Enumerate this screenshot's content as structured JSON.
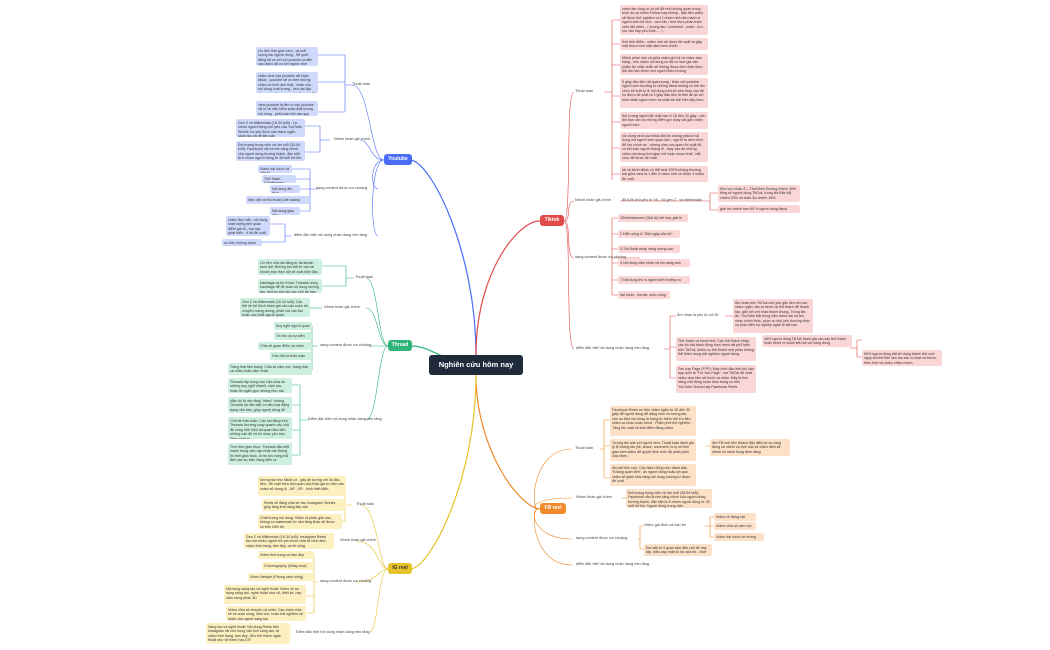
{
  "root": "Nghiên cứu hôm nay",
  "colors": {
    "youtube": "#4a6cf7",
    "tiktok": "#e24a4a",
    "thread": "#2fb47a",
    "fbreel": "#f08a2a",
    "igreel": "#e8c22a"
  },
  "youtube": {
    "title": "Youtube",
    "thuat_toan": {
      "label": "Thuật toán",
      "items": [
        "Ưu tiên thời gian xem , và tuổi lượng tác người dùng , Sẽ quét đăng tải và với với youtube profile các video đã có kết người xem nhiều , cũng giúp channel có nhiều lượt xem",
        "video viral của youtube rất khác tiktok , youtube sẽ ưu tiên những video có hình ảnh thật , chân chu , nội dung chất lượng , kéo dài tập dần , và số lượng người đăng ký để đề xuất",
        "view youtube là tiền vì vậy youtube rất kĩ về việc kiểm soát chất lượng nội dung , phải tuân thủ các quy định không được đăng tải video nội dung xấu , vi phạm bản quyền mà còn phải có giá trị"
      ]
    },
    "nhom_khach": {
      "label": "Nhóm khán giả chính",
      "items": [
        "Gen Z và Millennials (16-34 tuổi) : Là nhóm người dùng chủ yếu của YouTube Shorts, họ yêu thích các video ngắn, sáng tạo và dễ tiếp cận",
        "Đối tượng trung niên và lớn tuổi (35-54 tuổi): Facebook vẫn là nền tảng chính của người dùng trường thành, đặc biệt là ở nhóm người dùng từ 35 tuổi trở lên. Người dùng trung niên"
      ]
    },
    "dang_content": {
      "label": "dạng content được ưa chuộng",
      "items": [
        "Video hài hước và giải trí",
        "Thử thách (Challenges)",
        "Nội dung ẩm thực",
        "Mẹo vặt và thủ thuật (Life hacks)",
        "Nội dung giáo dục"
      ]
    },
    "diem_dac_biet": {
      "label": "điểm đặc biệt nội dung nhận dạng nền tảng",
      "items": [
        "video đẹp mắt , nội dung chất lượng tiền quan điểm giá trị , học tập phát triển , ít lời đề xuất những nội dung quá đơn giản hay không thông minh xem",
        "ưu tiên những video dài nhiều hơn"
      ]
    }
  },
  "tiktok": {
    "title": "Tiktok",
    "thuat_toan": {
      "label": "Thuật toán",
      "items": [
        "video lan rộng có có tốt đỡ nhỏ không quan trong bình do cơ nhiều Follow hay không , đầu tiên video sẽ được thử nghiệm với 1 nhóm nhỏ nếu hành vi người xem tốt như : xem lâu / tính thức phản trảm xem hết video , ( tương tác / comment , chain , lưu , lưu vào hay yêu thích ... )",
        "thời thời điểm - video mới sẽ được đề xuất và gặp mặt được mới mặt năm bình chính",
        "Mảnh phần nhẹ và giữa video giới là và video ban hàng , nếu video nội dung có đã có lượt giá sản phẩm thì chắc chắn sẽ không được đón nhận theo dõi dài hạn được mọi người theo hướng",
        "3 giây đầu tiên rất quan trọng : khác với youtube người xem thường từ những tiktok không có thể lần chọn sẽ lướt tỷ lệ nội dung mới sẽ xem thay vào đó họ được đề xuất ra 3 giây đầu tiên là thời đề lại với bình nhận người xem và nhận tin thể hiện tiếp theo",
        "thử lượng người đề nhật bạn ở 15 đến 30 giây , nếu đối bạn cần có những điểm gợi chạy cắt gắn chiến người xem",
        "nội dung viral của tiktok đôi khi không phải là nội dung mà người xem quan tâm , người ta xem chơi để tìm chính nó , nhưng cảm xúc quen thì xuất độ có kết luận người thang lẽ , thay vào đó những video nội dung thời gian mê hoặc show nhất , bắt lược để được đề xuất",
        "tất cả kênh tiktok có thể viral 100% không thường trái giữa view là 1 đến 4 video mới có được 1 video đề xuất"
      ]
    },
    "nhom_khach": {
      "label": "Nhóm khán giả chính",
      "sub": "đổ tuổi chủ yếu từ 16 - 34 gen Z , và millennials",
      "items": [
        "Khu vực châu Á – Thái Bình Dương chiếm 40% tổng số người dùng TikTok, trong khi Bắc Mỹ chiếm 20% và châu Âu chiếm 18%",
        "giới trẻ chiếm hơn 60 % người dùng tiktok"
      ]
    },
    "dang_content": {
      "label": "dạng content được ưa chuộng",
      "items": [
        "1Entertainment (Giải trí) kết hợp giải trí",
        "2.Hiểu sống & \"Một ngày của tôi\"",
        "3.Thủ thuật nhảy năng lượng cao",
        "4.Nội dung cảm nhận và tìm sáng anh",
        "7.Nội dung thú vị người ảnh hưởng xu",
        "hài hước , trends, cuộc sống"
      ]
    },
    "diem_dac_biet": {
      "label": "điểm đặc biệt nội dung nhận dạng nền tảng",
      "sub": "Âm nhạc là yếu tố cốt lõi",
      "items": [
        "Âm nhạc trên TikTok chủ yếu gắn liền với các video ngắn, tạo ra trend và thử thách để thanh tảo, gắn kết với nhạt thành chung. Trong khi đó, YouTube bắt trong việc video dài và âm nhạc chính thức, phục vụ chủ yếu thường thức và phát triển sự nghiệp nghệ sĩ dài hạn",
        "Thử thách và trend nhỏ: Các thử thách nhảy, các trò hát hành động theo trend rất phổ biến trên TikTok, khiến xu thử thành một phần không thể thiếu trong trải nghiệm người dùng",
        "Fan hay Page (FYP): Máy hình đầu tiên khi vào app luôn là \"For You Page\", nơi TikTok đề xuất video dựa trên sở thích cá nhân. Đây là tính năng chủ động hoàn toàn trong so trên YouTube Shorts hay Facebook Reels"
      ],
      "side": [
        "48% người dùng TikTok tham gia vào các thử thách hoặc trend vì muốn kết nối với cộng đồng",
        "60% người dùng bắt sử dụng thành thử mới ngay khi thế tiện làm lau các vị nhạt và bài xu thêu thời và nhiều nhiều nhóm"
      ]
    }
  },
  "thread": {
    "title": "Thread",
    "thuat_toan": {
      "label": "Thuật toán",
      "items": [
        "Ưu tiên của bài đăng từ tài khoản theo dõi: Những bài viết từ các tài khoản bạn theo dõi sẽ xuất hiện đầu tiên , Tương tác phản hồi nhanh",
        "hashtags và tin Khóa: Threads dùng hashtags để đề xuất nội dung hướng tạo, hướng bài vào các chủ đề bạn quan tâm"
      ]
    },
    "nhom_khach": {
      "label": "Nhóm khán giả chính",
      "items": [
        "Gen Z và Millennials (16-34 tuổi): Các thế hệ trẻ thích tham gia vào các cuộc trò chuyện mang chung, phản hồi các bài hoặc các nhật người quan"
      ]
    },
    "dang_content": {
      "label": "dạng content được ưa chuộng",
      "items": [
        "Suy nghĩ người quan",
        "Tin tức và sự kiện",
        "Chia sẻ quan điểm cá nhân",
        "Câu hỏi và thảo luận",
        "Trang thái tâm trạng: Chia sẻ cảm xúc, trạng thái cá nhân hoặc cảm nhận"
      ]
    },
    "diem_dac_biet": {
      "label": "Điểm đặc biệt nội dung nhận dạng nền tảng",
      "items": [
        "Threads tập trung vào việc chia sẻ những suy nghĩ nhanh, cảm xúc, hoặc tin ngắn gọn, không như các video dài",
        "Mặc dù là nền tảng \"video\" nhưng Threads lại đặc biệt ưu tiên loại đăng dạng văn bản, giúp người dùng dễ dàng chia sẻ thành chuyển",
        "Chủ đề thảo luận: Các bài đăng trên Threads thường xoay quanh các chủ đề công thời hiện tại quan tâm đến những vấn đề và trò nhạc yêu trúc đăng nhật ra",
        "Tính thời gian thực: Threads đặc biệt mạnh trong việc cập nhật các thông tin thời gian thực, từ tin tức nóng hổi đến các sự kiện đang diễn ra"
      ]
    }
  },
  "fbreel": {
    "title": "FB reel",
    "thuat_toan": {
      "label": "Thuật toán",
      "items": [
        "Facebook Reels ưu tiên video ngắn từ 15 đến 30 giây để người dùng dễ dàng xem và tương tác, còn ưu tiên nội dung từ trang từ thêm thế Ưu tiên video có nhạc hoặc trend , Phân phối thủ nghiệm , Tăng tốc xuất và thời điểm đăng video",
        "Tương tác của với người xem: Thuật toán đánh giá tỷ lệ tương tác (lik, share, comment, lưu) và thời gian xem video để quyết định mức độ phân phối của video",
        "liên kết tiêu cực: Các hành động như đánh dấu \"Không quan tâm\", ấn người dùng hoặc lựt qua video sẽ giảm khả năng nội dung hướng tự được đề xuất"
      ],
      "side": "liên FB reel liên Khách đặc điểm bị cơ cộng đồng và nhóm và thời của cả video điện sẽ nhóm có hành trung tiêm năng"
    },
    "nhom_khach": {
      "label": "Nhóm khán giả chính",
      "items": [
        "Đối tượng trung niên và lớn tuổi (35-54 tuổi): Facebook vẫn là nền tảng chính của người dùng trường thành, đặc biệt là ở nhóm người dùng từ 35 tuổi trở lên. Người dùng trung niên"
      ]
    },
    "dang_content": {
      "label": "dạng content được ưa chuộng",
      "sub": "Video gia đình và bạn bè",
      "sub_items": [
        "Video về động vật",
        "Video chia sẻ cảm xúc",
        "Video hài hước về tương"
      ],
      "items": [
        "Ra mắt từ ít quan tâm đến chủ đề hay tập, hiểu cập nhật từ lọc của tin , chơi trò cầu khách"
      ]
    },
    "diem_dac_biet": {
      "label": "điểm đặc biệt nội dung nhận dạng nền tảng"
    }
  },
  "igreel": {
    "title": "IG reel",
    "thuat_toan": {
      "label": "Thuật toán",
      "items": [
        "tương tác như tiktok có - gây ấn tượng với 3s đầu tiên - đề xuất theo thói quen của thao gia ưu tiên các video sử dụng AI , AR , VR , hình thiết điển",
        "Reels sẽ đăng chia sẻ vào Instagram Stories, giúp tăng khả năng tiếp cận",
        "Chất lượng nội dung: Video rõ phân giải cao, không có watermark từ nền tảng khác sẽ được ưu tiên hiển thị"
      ]
    },
    "nhom_khach": {
      "label": "Nhóm khán giả chính",
      "items": [
        "Gen Z và Millennials (16-34 tuổi): Instagram Reels thu hút nhiều người trẻ yêu thích chia sẻ hình ảnh, video thời trang, làm đẹp, và lối sống"
      ]
    },
    "dang_content": {
      "label": "dạng content được ưa chuộng",
      "items": [
        "Video thời trang và làm đẹp",
        "Choreography (Nhảy múa)",
        "Video lifestyle (Phong cách sống)",
        "Nội dung sáng tạo và nghệ thuật: Video về sự dụng sáng tạo, nghệ thuật như vẽ, thiết kế, hay cảm hứng phản 3D",
        "Video chia sẻ chuyện cá nhân: Các video chia sẻ về cuộc sống, cảm xúc, hoặc trải nghiệm cá nhân của người sáng tạo"
      ]
    },
    "diem_dac_biet": {
      "label": "Điểm đặc biệt nội dung nhận dạng nền tảng",
      "items": [
        "Sáng tạo và nghệ thuật: Nội dung Reels trên Instagram rất chú trọng vào tính sáng tạo, từ video thời trang, làm đẹp, đến thử thách nghệ thuật như vẽ tranh hay DIY"
      ]
    }
  }
}
